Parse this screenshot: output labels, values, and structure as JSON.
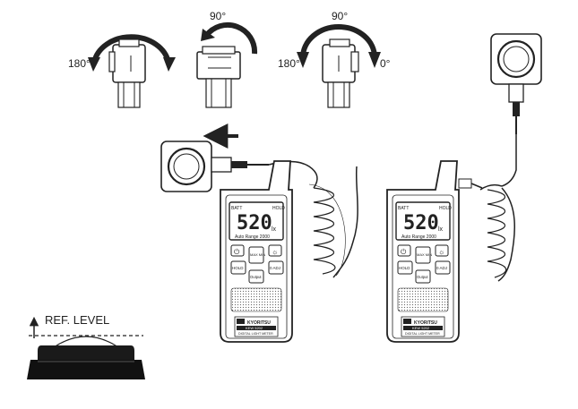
{
  "rotation": {
    "left_angle": "180°",
    "middle_angle": "90°",
    "right_angle_top": "90°",
    "right_angle_left": "180°",
    "right_angle_right": "0°"
  },
  "meters": [
    {
      "display_value": "520",
      "unit": "lx",
      "range_text": "Auto Range 2000",
      "buttons": {
        "power": "⏻",
        "max_min": "MAX MIN",
        "backlight": "☼",
        "hold": "HOLD",
        "adj": "0 ADJ",
        "output": "Output"
      },
      "brand": "KYORITSU",
      "model_line1": "KEW 5202",
      "model_line2": "DIGITAL LIGHT METER",
      "hold_tag": "HOLD",
      "batt_tag": "BATT"
    },
    {
      "display_value": "520",
      "unit": "lx",
      "range_text": "Auto Range 2000",
      "buttons": {
        "power": "⏻",
        "max_min": "MAX MIN",
        "backlight": "☼",
        "hold": "HOLD",
        "adj": "0 ADJ",
        "output": "Output"
      },
      "brand": "KYORITSU",
      "model_line1": "KEW 5202",
      "model_line2": "DIGITAL LIGHT METER",
      "hold_tag": "HOLD",
      "batt_tag": "BATT"
    }
  ],
  "ref_level": {
    "label": "REF. LEVEL"
  }
}
